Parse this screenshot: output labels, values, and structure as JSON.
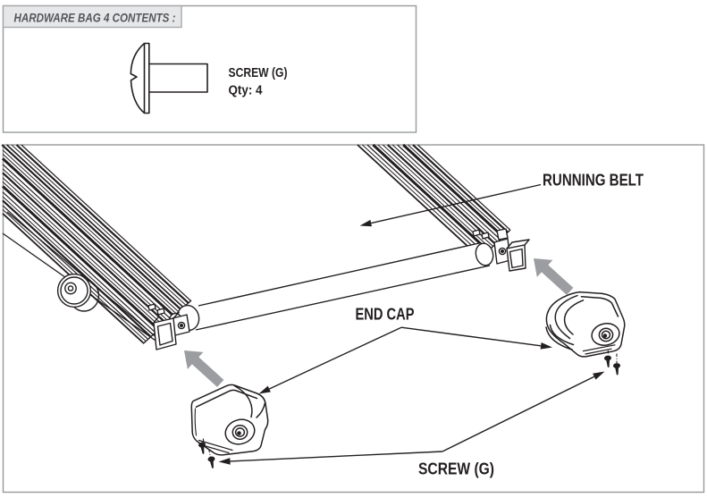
{
  "hardware_box": {
    "title": "HARDWARE BAG 4 CONTENTS :",
    "item_label": "SCREW (G)",
    "item_qty": "Qty: 4"
  },
  "diagram": {
    "running_belt_label": "RUNNING BELT",
    "end_cap_label": "END CAP",
    "screw_label": "SCREW (G)"
  },
  "colors": {
    "line": "#231f20",
    "gray_arrow": "#9b9da1",
    "box_border": "#97999c",
    "header_bg": "#e6e7e8",
    "header_text": "#55565a"
  }
}
